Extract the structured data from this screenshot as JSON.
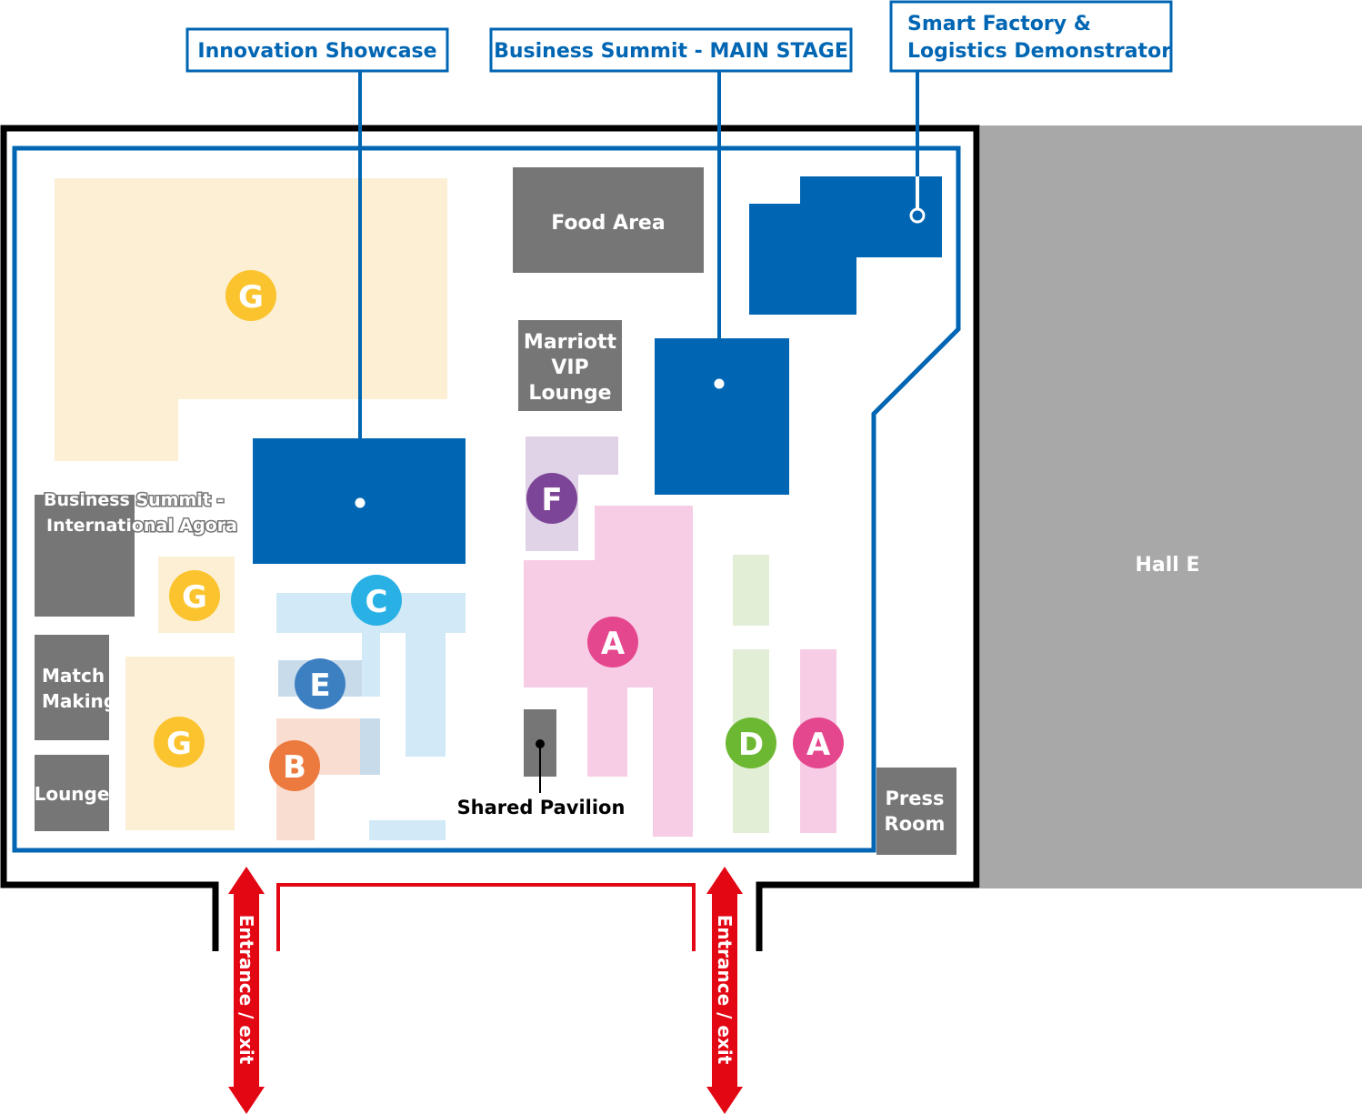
{
  "callouts": {
    "innovation": "Innovation Showcase",
    "main_stage": "Business Summit - MAIN STAGE",
    "smart_factory_line1": "Smart Factory &",
    "smart_factory_line2": "Logistics Demonstrator"
  },
  "areas": {
    "food_area": "Food Area",
    "marriott_line1": "Marriott",
    "marriott_line2": "VIP",
    "marriott_line3": "Lounge",
    "agora_line1": "Business Summit -",
    "agora_line2": "International Agora",
    "match_line1": "Match",
    "match_line2": "Making",
    "lounge": "Lounge",
    "press_line1": "Press",
    "press_line2": "Room",
    "shared_pavilion": "Shared Pavilion",
    "hall_e": "Hall E"
  },
  "zones": {
    "g_large": "G",
    "g_mid": "G",
    "g_low": "G",
    "c": "C",
    "e": "E",
    "b": "B",
    "f": "F",
    "a_main": "A",
    "a_side": "A",
    "d": "D"
  },
  "entrances": {
    "left": "Entrance / exit",
    "right": "Entrance / exit"
  },
  "colors": {
    "blue": "#0066b3",
    "dark_gray": "#767676",
    "hall_gray": "#a8a8a8",
    "red": "#e30613",
    "zone_g": "#fdefd4",
    "zone_c": "#d2e9f7",
    "zone_e": "#c8dbea",
    "zone_b": "#f9ddd0",
    "zone_f": "#e0d3e8",
    "zone_a": "#f7cde6",
    "zone_d": "#e2efd6",
    "marker_g": "#fbc42e",
    "marker_c": "#29b1e6",
    "marker_e": "#3d80c2",
    "marker_b": "#ec7a3f",
    "marker_f": "#7d4597",
    "marker_a": "#e5478e",
    "marker_d": "#6db832"
  }
}
